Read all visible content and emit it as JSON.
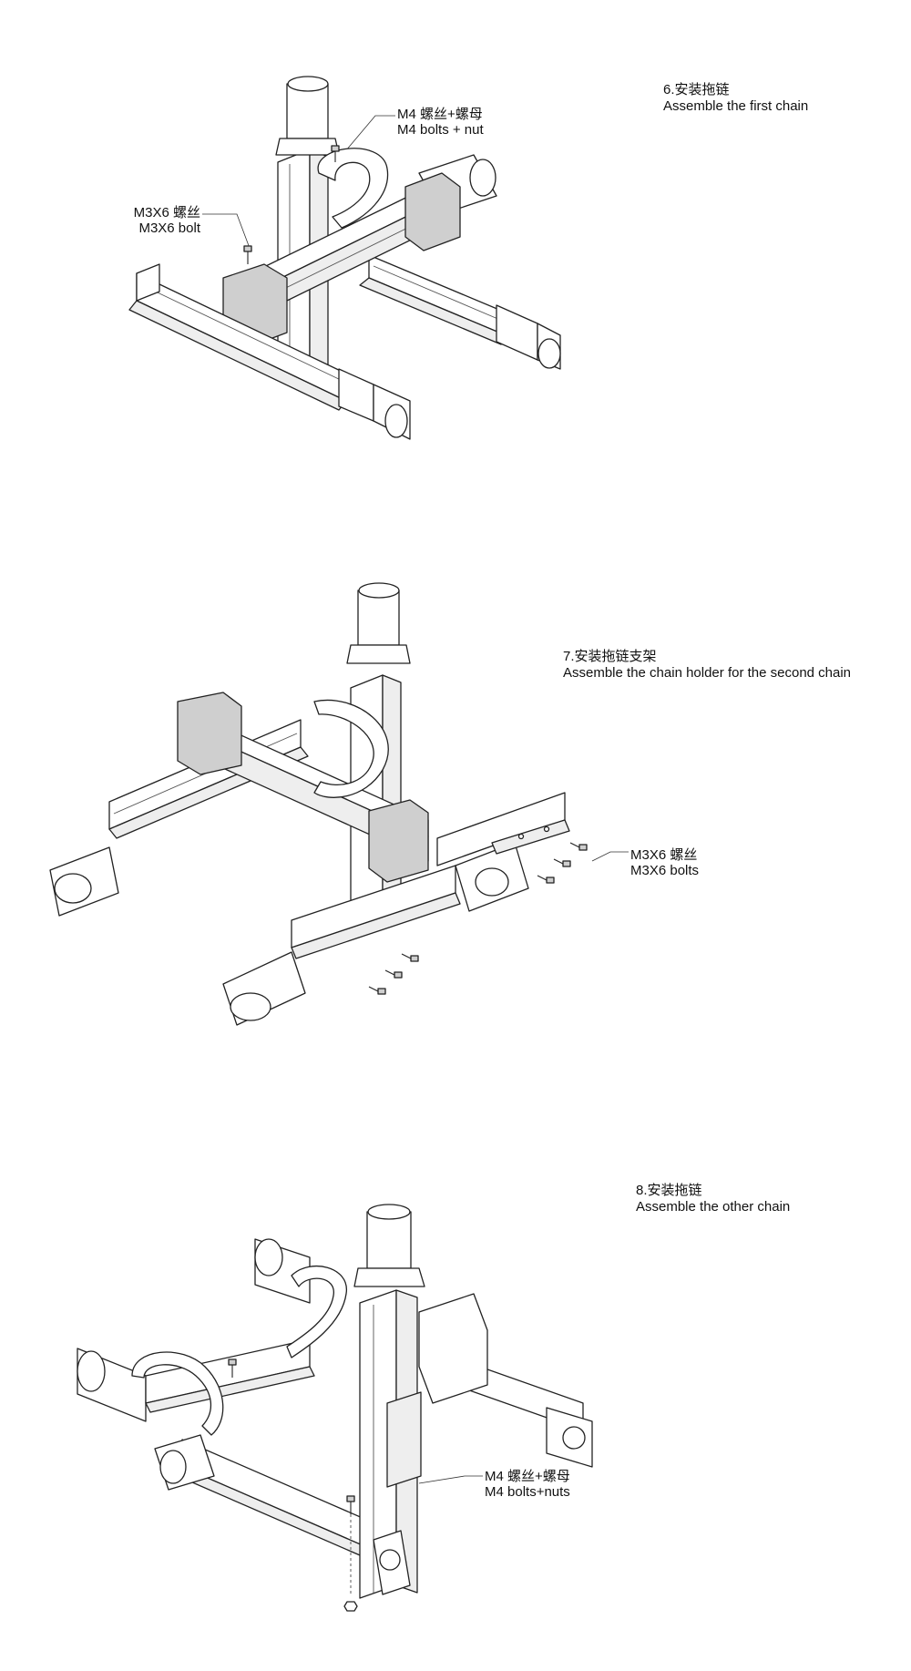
{
  "steps": [
    {
      "number_title": "6.安装拖链",
      "title_en": "Assemble the first chain",
      "callouts": [
        {
          "zh": "M4 螺丝+螺母",
          "en": "M4 bolts + nut"
        },
        {
          "zh": "M3X6 螺丝",
          "en": "M3X6 bolt"
        }
      ]
    },
    {
      "number_title": "7.安装拖链支架",
      "title_en": "Assemble the chain holder for the second chain",
      "callouts": [
        {
          "zh": "M3X6 螺丝",
          "en": "M3X6 bolts"
        }
      ]
    },
    {
      "number_title": "8.安装拖链",
      "title_en": "Assemble the other chain",
      "callouts": [
        {
          "zh": "M4 螺丝+螺母",
          "en": "M4 bolts+nuts"
        }
      ]
    }
  ]
}
